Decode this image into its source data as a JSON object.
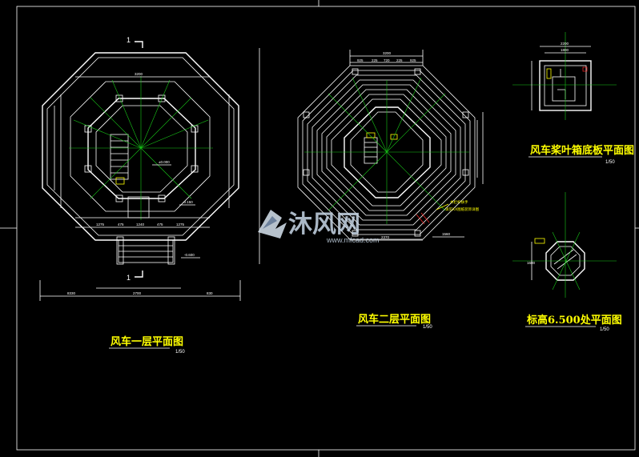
{
  "drawings": {
    "floor1": {
      "title": "风车一层平面图",
      "scale": "1/50",
      "section_mark": "1",
      "elev_labels": [
        "±0.000",
        "-0.150",
        "-0.600"
      ],
      "dims_top": "3200",
      "dims_bottom": [
        "1275",
        "475",
        "1240",
        "475",
        "1275"
      ],
      "dims_base": [
        "8330",
        "2700",
        "830"
      ]
    },
    "floor2": {
      "title": "风车二层平面图",
      "scale": "1/50",
      "dims_top": [
        "3200",
        "925",
        "225",
        "720",
        "225",
        "925"
      ],
      "note": "木栏杆扶手",
      "note2": "详见XX图纸装饰详图",
      "dims_bottom": [
        "2370",
        "1560"
      ]
    },
    "blade_box": {
      "title": "风车桨叶箱底板平面图",
      "scale": "1/50",
      "dims_top": [
        "2200",
        "1800"
      ]
    },
    "elev_plan": {
      "title": "标高6.500处平面图",
      "scale": "1/50",
      "label": "1600"
    }
  },
  "watermark": {
    "brand": "沐风网",
    "url": "www.mfcad.com"
  },
  "colors": {
    "background": "#000000",
    "lines": "#ffffff",
    "titles": "#ffff00",
    "axes": "#18c818",
    "hatch": "#ff2a2a"
  }
}
